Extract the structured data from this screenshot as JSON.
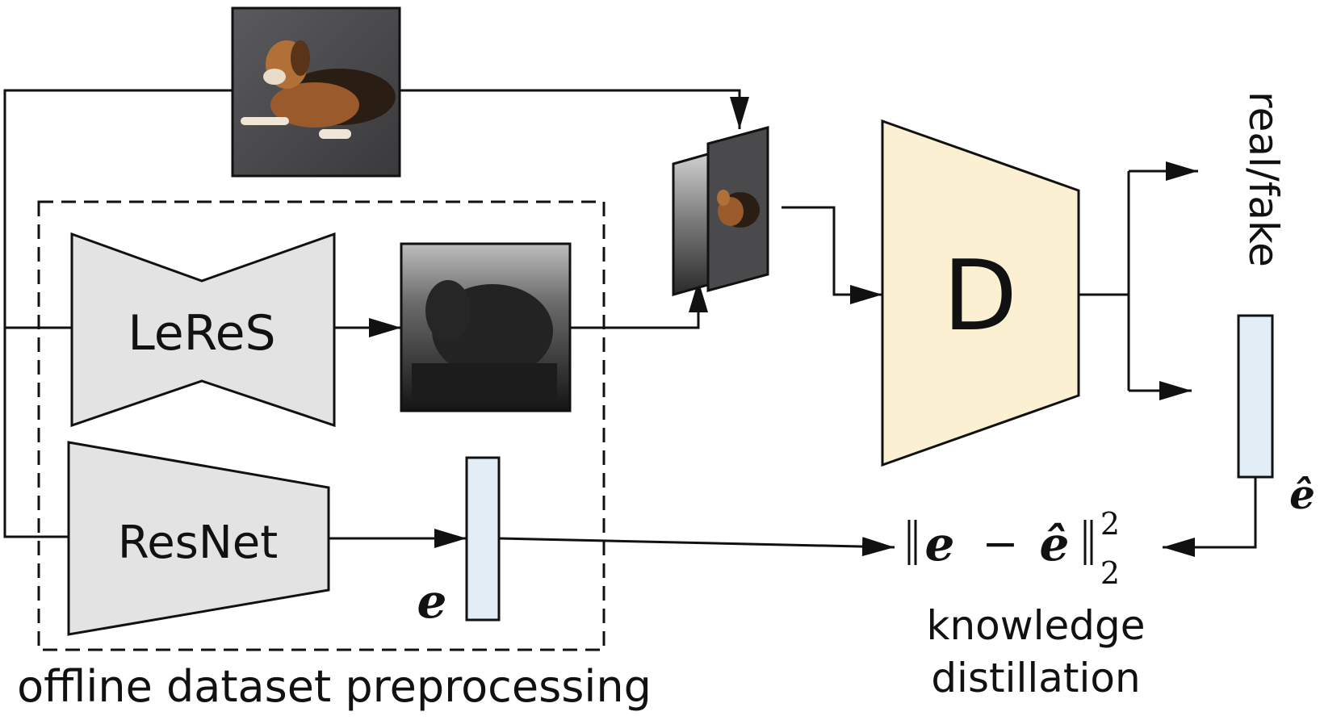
{
  "labels": {
    "leres": "LeReS",
    "resnet": "ResNet",
    "discriminator": "D",
    "real_fake": "real/fake",
    "embedding": "e",
    "embedding_hat": "ê",
    "loss_e": "e",
    "loss_minus": "−",
    "loss_ehat": "ê",
    "loss_sup": "2",
    "loss_sub": "2",
    "knowledge_line1": "knowledge",
    "knowledge_line2": "distillation",
    "preprocessing": "offline dataset preprocessing"
  },
  "colors": {
    "encoder_fill": "#e3e3e3",
    "discriminator_fill": "#fbf1d2",
    "embedding_fill": "#e3edf6",
    "stroke": "#111111"
  }
}
